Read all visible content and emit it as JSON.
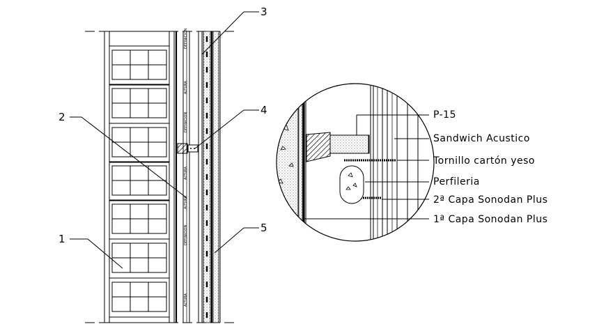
{
  "section_view": {
    "callouts": [
      {
        "id": "c1",
        "number": "1"
      },
      {
        "id": "c2",
        "number": "2"
      },
      {
        "id": "c3",
        "number": "3"
      },
      {
        "id": "c4",
        "number": "4"
      },
      {
        "id": "c5",
        "number": "5"
      }
    ],
    "cavity_text": {
      "definicion": "DEFINICION",
      "altura": "ALTURA"
    }
  },
  "detail_view": {
    "labels": [
      {
        "id": "p15",
        "text": "P-15"
      },
      {
        "id": "sandwich",
        "text": "Sandwich Acustico"
      },
      {
        "id": "tornillo",
        "text": "Tornillo cartón yeso"
      },
      {
        "id": "perfileria",
        "text": "Perfileria"
      },
      {
        "id": "capa2",
        "text": "2ª Capa Sonodan Plus"
      },
      {
        "id": "capa1",
        "text": "1ª Capa Sonodan Plus"
      }
    ]
  }
}
